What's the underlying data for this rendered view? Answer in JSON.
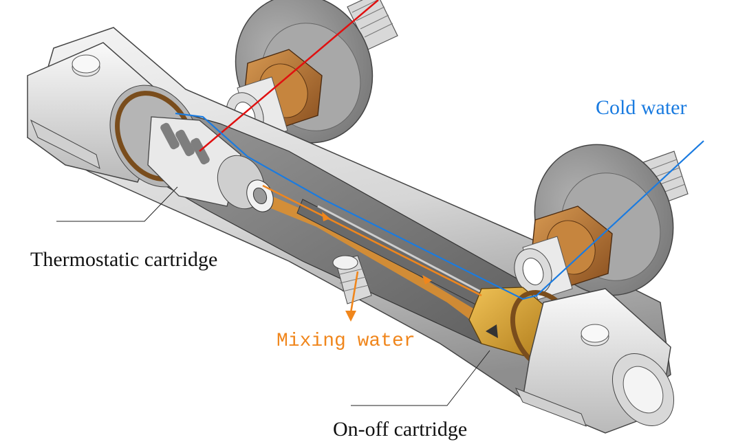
{
  "labels": {
    "cold_water": "Cold water",
    "thermostatic_cartridge": "Thermostatic cartridge",
    "mixing_water": "Mixing water",
    "on_off_cartridge": "On-off cartridge"
  },
  "colors": {
    "hot_line": "#e01010",
    "cold_line": "#1a7be0",
    "mixing_line": "#f0861c",
    "brass": "#b8742c",
    "cartridge_gold": "#d8a23a",
    "steel_light": "#e6e6e6",
    "steel_dark": "#8c8c8c",
    "text_default": "#111111"
  }
}
